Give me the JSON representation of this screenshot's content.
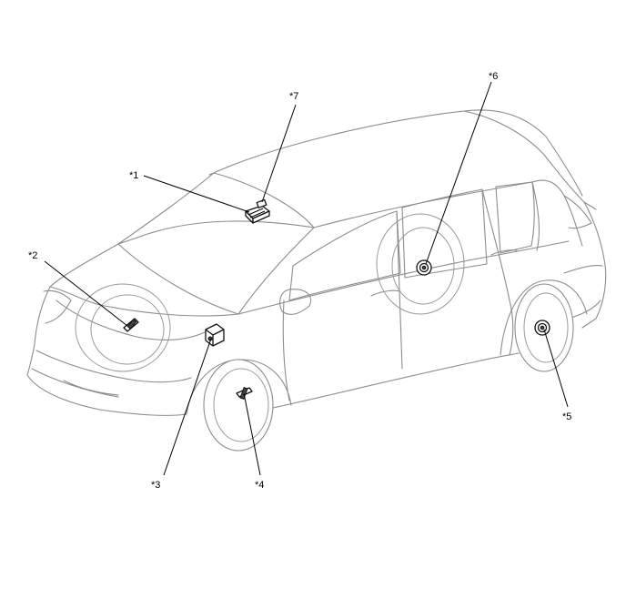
{
  "callouts": [
    {
      "id": "1",
      "label": "*1"
    },
    {
      "id": "2",
      "label": "*2"
    },
    {
      "id": "3",
      "label": "*3"
    },
    {
      "id": "4",
      "label": "*4"
    },
    {
      "id": "5",
      "label": "*5"
    },
    {
      "id": "6",
      "label": "*6"
    },
    {
      "id": "7",
      "label": "*7"
    }
  ],
  "colors": {
    "line_art": "#8c8c8c",
    "parts": "#111111",
    "leader": "#000000",
    "background": "#ffffff"
  }
}
